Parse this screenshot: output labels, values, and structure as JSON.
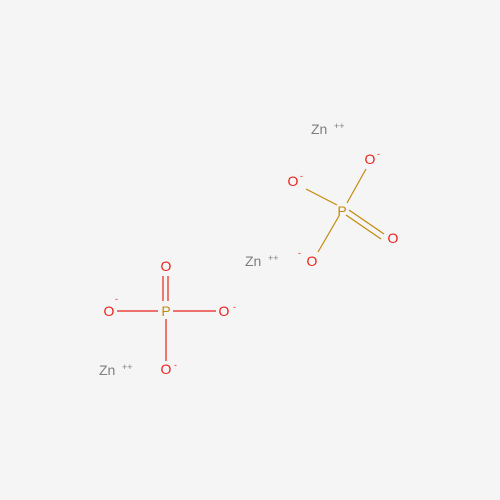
{
  "colors": {
    "background": "#f5f5f5",
    "oxygen": "#e8231b",
    "phosphorus": "#c28a0a",
    "zinc": "#7f7f7f"
  },
  "ions": {
    "zinc_top": {
      "symbol": "Zn",
      "charge": "++"
    },
    "zinc_middle": {
      "symbol": "Zn",
      "charge": "++"
    },
    "zinc_bottom": {
      "symbol": "Zn",
      "charge": "++"
    }
  },
  "phosphate_upper": {
    "P": {
      "symbol": "P"
    },
    "O_top": {
      "symbol": "O",
      "charge": "-"
    },
    "O_left": {
      "symbol": "O",
      "charge": "-"
    },
    "O_double": {
      "symbol": "O"
    },
    "O_bottom": {
      "symbol": "O",
      "charge": "-"
    }
  },
  "phosphate_lower": {
    "P": {
      "symbol": "P"
    },
    "O_double": {
      "symbol": "O"
    },
    "O_left": {
      "symbol": "O",
      "charge": "-"
    },
    "O_right": {
      "symbol": "O",
      "charge": "-"
    },
    "O_bottom": {
      "symbol": "O",
      "charge": "-"
    }
  }
}
